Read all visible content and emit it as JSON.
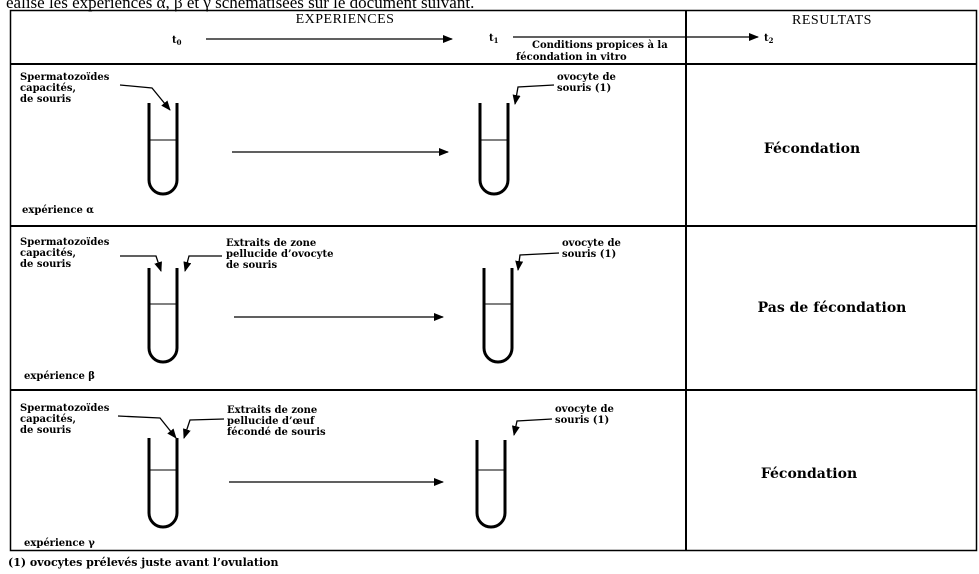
{
  "caption": "éalise les expériences α, β et γ schématisées sur le document suivant.",
  "header": {
    "experiences": "EXPERIENCES",
    "resultats": "RESULTATS",
    "t0": "t",
    "t0_sub": "0",
    "t1": "t",
    "t1_sub": "1",
    "t2": "t",
    "t2_sub": "2",
    "conditions_line1": "Conditions propices à la",
    "conditions_line2": "fécondation in vitro"
  },
  "experiments": [
    {
      "name": "expérience α",
      "sperm": [
        "Spermatozoïdes",
        "capacités,",
        "de souris"
      ],
      "extract": [],
      "ovocyte": [
        "ovocyte de",
        "souris (1)"
      ],
      "result": "Fécondation"
    },
    {
      "name": "expérience β",
      "sperm": [
        "Spermatozoïdes",
        "capacités,",
        "de souris"
      ],
      "extract": [
        "Extraits de zone",
        "pellucide d’ovocyte",
        "de souris"
      ],
      "ovocyte": [
        "ovocyte de",
        "souris (1)"
      ],
      "result": "Pas de fécondation"
    },
    {
      "name": "expérience γ",
      "sperm": [
        "Spermatozoïdes",
        "capacités,",
        "de souris"
      ],
      "extract": [
        "Extraits de zone",
        "pellucide d’œuf",
        "fécondé de souris"
      ],
      "ovocyte": [
        "ovocyte de",
        "souris (1)"
      ],
      "result": "Fécondation"
    }
  ],
  "footnote": "(1) ovocytes prélevés juste avant l’ovulation"
}
